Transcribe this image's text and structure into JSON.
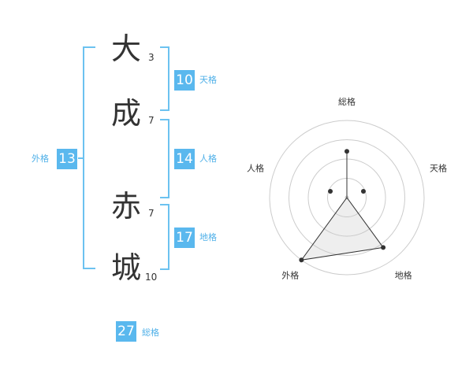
{
  "name": {
    "chars": [
      {
        "char": "大",
        "strokes": "3"
      },
      {
        "char": "成",
        "strokes": "7"
      },
      {
        "char": "赤",
        "strokes": "7"
      },
      {
        "char": "城",
        "strokes": "10"
      }
    ]
  },
  "scores": {
    "tenkaku": {
      "value": "10",
      "label": "天格"
    },
    "jinkaku": {
      "value": "14",
      "label": "人格"
    },
    "chikaku": {
      "value": "17",
      "label": "地格"
    },
    "gaikaku": {
      "value": "13",
      "label": "外格"
    },
    "soukaku": {
      "value": "27",
      "label": "総格"
    }
  },
  "colors": {
    "accent": "#5ab8ee",
    "bracket": "#6cc2f0",
    "label": "#4fb0e8"
  },
  "chart_data": {
    "type": "radar",
    "axes": [
      "総格",
      "天格",
      "地格",
      "外格",
      "人格"
    ],
    "values": [
      3,
      0,
      4,
      5,
      0
    ],
    "rmax": 5,
    "rings": 4
  }
}
